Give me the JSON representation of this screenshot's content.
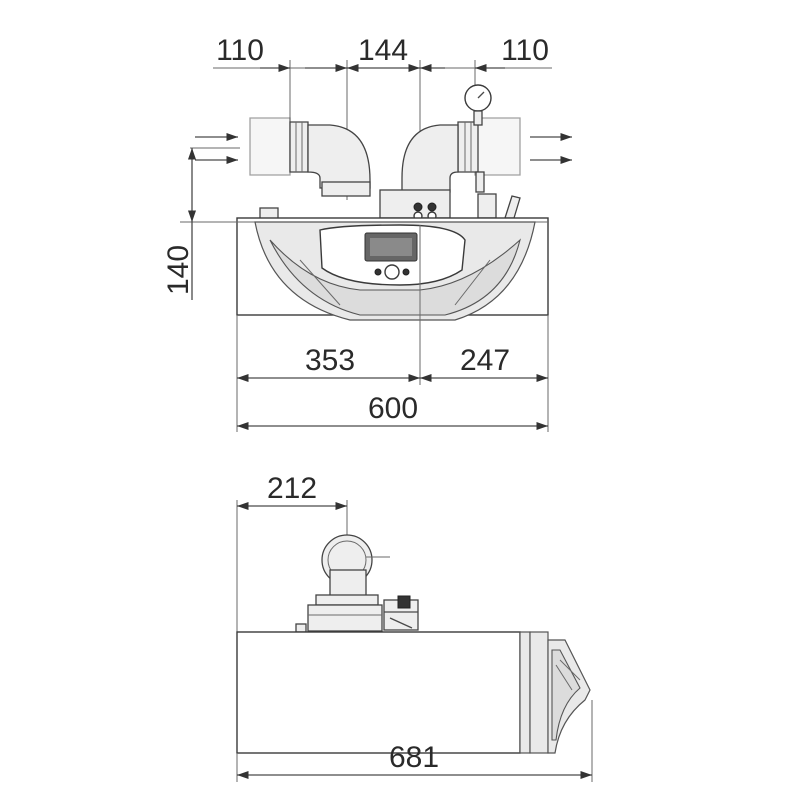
{
  "top_view": {
    "dim_left_pipe_spacing": "110",
    "dim_center_spacing": "144",
    "dim_right_pipe_spacing": "110",
    "dim_height": "140",
    "dim_left_offset": "353",
    "dim_right_offset": "247",
    "dim_total_width": "600"
  },
  "side_view": {
    "dim_pipe_offset": "212",
    "dim_total_depth": "681"
  }
}
